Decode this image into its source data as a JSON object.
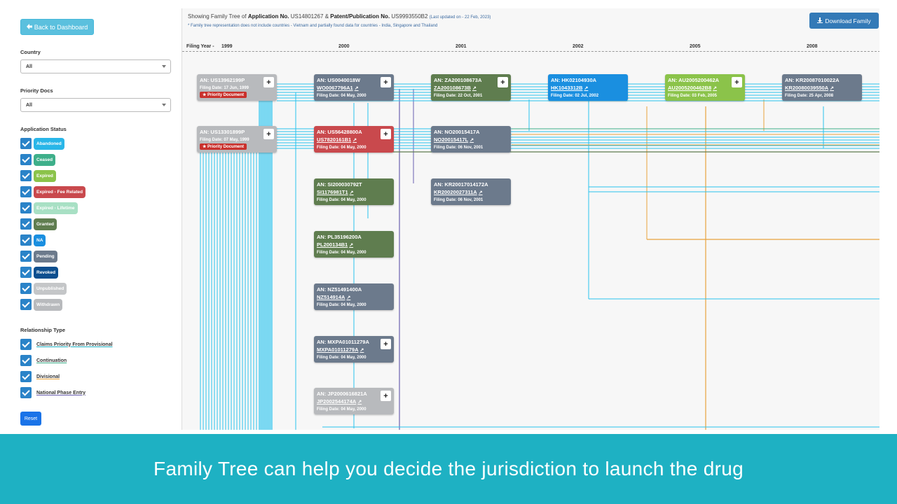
{
  "sidebar": {
    "back_label": "Back to Dashboard",
    "country_label": "Country",
    "country_value": "All",
    "priority_docs_label": "Priority Docs",
    "priority_docs_value": "All",
    "status_label": "Application Status",
    "statuses": [
      {
        "label": "Abandoned",
        "color": "#29b6e8"
      },
      {
        "label": "Ceased",
        "color": "#3eaf8a"
      },
      {
        "label": "Expired",
        "color": "#8bc34a"
      },
      {
        "label": "Expired - Fee Related",
        "color": "#c9494d"
      },
      {
        "label": "Expired - Lifetime",
        "color": "#a8e0c4"
      },
      {
        "label": "Granted",
        "color": "#5f7d4f"
      },
      {
        "label": "NA",
        "color": "#1a8fe0"
      },
      {
        "label": "Pending",
        "color": "#6c7a8c"
      },
      {
        "label": "Revoked",
        "color": "#0d4f8f"
      },
      {
        "label": "Unpublished",
        "color": "#c4c6c8"
      },
      {
        "label": "Withdrawn",
        "color": "#b8babd"
      }
    ],
    "relationship_label": "Relationship Type",
    "relationships": [
      {
        "label": "Claims Priority From Provisional",
        "color": "#1eb1c3"
      },
      {
        "label": "Continuation",
        "color": "#3eaf8a"
      },
      {
        "label": "Divisional",
        "color": "#e8a33d"
      },
      {
        "label": "National Phase Entry",
        "color": "#6a5fb0"
      }
    ],
    "reset_label": "Reset"
  },
  "main": {
    "showing_prefix": "Showing Family Tree of",
    "app_no_label": "Application No.",
    "app_no": "US14801267",
    "amp": "&",
    "pub_no_label": "Patent/Publication No.",
    "pub_no": "US9993550B2",
    "updated": "(Last updated on - 22 Feb, 2023)",
    "note": "* Family tree representation does not include countries - Vietnam and partially found data for countries - India, Singapore and Thailand",
    "download_label": "Download Family",
    "filing_year_label": "Filing Year -",
    "years": [
      "1999",
      "2000",
      "2001",
      "2002",
      "2005",
      "2008"
    ]
  },
  "nodes": [
    {
      "an": "AN: US13962199P",
      "pub": "",
      "date": "Filing Date: 17 Jun, 1999",
      "priority": "Priority Document",
      "color": "#b8babd",
      "plus": true
    },
    {
      "an": "AN: US13301899P",
      "pub": "",
      "date": "Filing Date: 07 May, 1999",
      "priority": "Priority Document",
      "color": "#b8babd",
      "plus": true
    },
    {
      "an": "AN: US0040018W",
      "pub": "WO0067796A1",
      "date": "Filing Date: 04 May, 2000",
      "priority": "",
      "color": "#6c7a8c",
      "plus": true
    },
    {
      "an": "AN: US56428800A",
      "pub": "US7820161B1",
      "date": "Filing Date: 04 May, 2000",
      "priority": "",
      "color": "#c9494d",
      "plus": true
    },
    {
      "an": "AN: SI200030792T",
      "pub": "SI1176981T1",
      "date": "Filing Date: 04 May, 2000",
      "priority": "",
      "color": "#5f7d4f",
      "plus": false
    },
    {
      "an": "AN: PL35196200A",
      "pub": "PL200134B1",
      "date": "Filing Date: 04 May, 2000",
      "priority": "",
      "color": "#5f7d4f",
      "plus": false
    },
    {
      "an": "AN: NZ51491400A",
      "pub": "NZ514914A",
      "date": "Filing Date: 04 May, 2000",
      "priority": "",
      "color": "#6c7a8c",
      "plus": false
    },
    {
      "an": "AN: MXPA01011279A",
      "pub": "MXPA01011279A",
      "date": "Filing Date: 04 May, 2000",
      "priority": "",
      "color": "#6c7a8c",
      "plus": true
    },
    {
      "an": "AN: JP2000616821A",
      "pub": "JP2002544174A",
      "date": "Filing Date: 04 May, 2000",
      "priority": "",
      "color": "#b8babd",
      "plus": true
    },
    {
      "an": "AN: ZA200108673A",
      "pub": "ZA200108673B",
      "date": "Filing Date: 22 Oct, 2001",
      "priority": "",
      "color": "#5f7d4f",
      "plus": true
    },
    {
      "an": "AN: NO20015417A",
      "pub": "NO20015417L",
      "date": "Filing Date: 06 Nov, 2001",
      "priority": "",
      "color": "#6c7a8c",
      "plus": false
    },
    {
      "an": "AN: KR20017014172A",
      "pub": "KR20020027311A",
      "date": "Filing Date: 06 Nov, 2001",
      "priority": "",
      "color": "#6c7a8c",
      "plus": false
    },
    {
      "an": "AN: HK02104930A",
      "pub": "HK1043312B",
      "date": "Filing Date: 02 Jul, 2002",
      "priority": "",
      "color": "#1a8fe0",
      "plus": false
    },
    {
      "an": "AN: AU2005200462A",
      "pub": "AU2005200462B8",
      "date": "Filing Date: 03 Feb, 2005",
      "priority": "",
      "color": "#8bc34a",
      "plus": true
    },
    {
      "an": "AN: KR20087010022A",
      "pub": "KR20080039550A",
      "date": "Filing Date: 25 Apr, 2008",
      "priority": "",
      "color": "#6c7a8c",
      "plus": false
    }
  ],
  "banner": {
    "text": "Family Tree can help you decide the jurisdiction to launch the drug"
  }
}
